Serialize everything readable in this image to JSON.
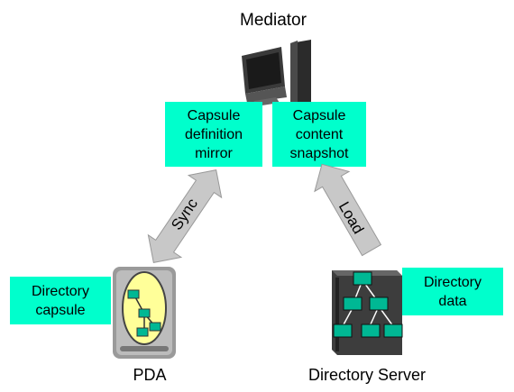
{
  "title_mediator": "Mediator",
  "boxes": {
    "capsule_definition_mirror": "Capsule\ndefinition\n mirror",
    "capsule_content_snapshot": "Capsule\ncontent\n snapshot",
    "directory_capsule": "Directory\ncapsule",
    "directory_data": "Directory\ndata"
  },
  "arrows": {
    "sync": "Sync",
    "load": "Load"
  },
  "labels": {
    "pda": "PDA",
    "directory_server": "Directory Server"
  },
  "colors": {
    "box_fill": "#00ffcc",
    "arrow_fill": "#c8c8c8",
    "node_fill": "#00b894",
    "pda_screen": "#ffff99"
  },
  "icons": {
    "mediator": "computer-monitor-icon",
    "pda": "pda-device-icon",
    "server": "server-tower-icon"
  }
}
